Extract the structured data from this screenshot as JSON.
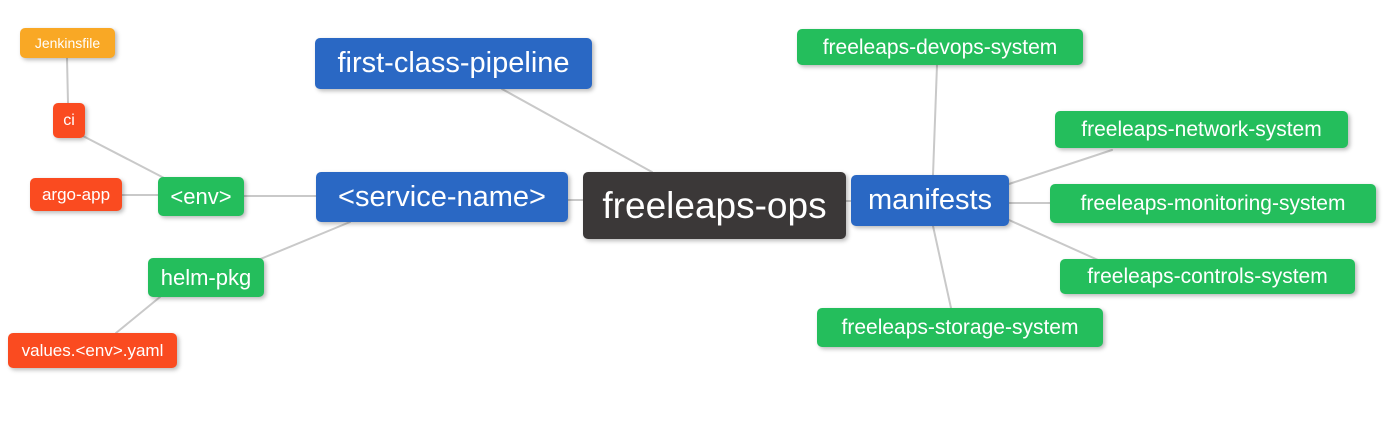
{
  "diagram": {
    "type": "mindmap",
    "background": "#FFFFFF",
    "edge_color": "#C9C9C9",
    "text_color": "#FFFFFF",
    "colors": {
      "root_dark": "#3B3838",
      "branch_blue": "#2A68C4",
      "leaf_green": "#24BE5C",
      "leaf_red": "#FA4B20",
      "leaf_orange": "#F9A825"
    }
  },
  "nodes": {
    "freeleaps_ops": {
      "label": "freeleaps-ops",
      "color": "#3B3838"
    },
    "first_class_pipeline": {
      "label": "first-class-pipeline",
      "color": "#2A68C4"
    },
    "service_name": {
      "label": "<service-name>",
      "color": "#2A68C4"
    },
    "manifests": {
      "label": "manifests",
      "color": "#2A68C4"
    },
    "env": {
      "label": "<env>",
      "color": "#24BE5C"
    },
    "helm_pkg": {
      "label": "helm-pkg",
      "color": "#24BE5C"
    },
    "ci": {
      "label": "ci",
      "color": "#FA4B20"
    },
    "argo_app": {
      "label": "argo-app",
      "color": "#FA4B20"
    },
    "values_env_yaml": {
      "label": "values.<env>.yaml",
      "color": "#FA4B20"
    },
    "jenkinsfile": {
      "label": "Jenkinsfile",
      "color": "#F9A825"
    },
    "devops_system": {
      "label": "freeleaps-devops-system",
      "color": "#24BE5C"
    },
    "network_system": {
      "label": "freeleaps-network-system",
      "color": "#24BE5C"
    },
    "monitoring_system": {
      "label": "freeleaps-monitoring-system",
      "color": "#24BE5C"
    },
    "controls_system": {
      "label": "freeleaps-controls-system",
      "color": "#24BE5C"
    },
    "storage_system": {
      "label": "freeleaps-storage-system",
      "color": "#24BE5C"
    }
  },
  "edges": [
    {
      "from": "ci",
      "to": "jenkinsfile"
    },
    {
      "from": "env",
      "to": "ci"
    },
    {
      "from": "env",
      "to": "argo_app"
    },
    {
      "from": "service_name",
      "to": "env"
    },
    {
      "from": "service_name",
      "to": "helm_pkg"
    },
    {
      "from": "helm_pkg",
      "to": "values_env_yaml"
    },
    {
      "from": "freeleaps_ops",
      "to": "first_class_pipeline"
    },
    {
      "from": "freeleaps_ops",
      "to": "service_name"
    },
    {
      "from": "freeleaps_ops",
      "to": "manifests"
    },
    {
      "from": "manifests",
      "to": "devops_system"
    },
    {
      "from": "manifests",
      "to": "network_system"
    },
    {
      "from": "manifests",
      "to": "monitoring_system"
    },
    {
      "from": "manifests",
      "to": "controls_system"
    },
    {
      "from": "manifests",
      "to": "storage_system"
    }
  ]
}
